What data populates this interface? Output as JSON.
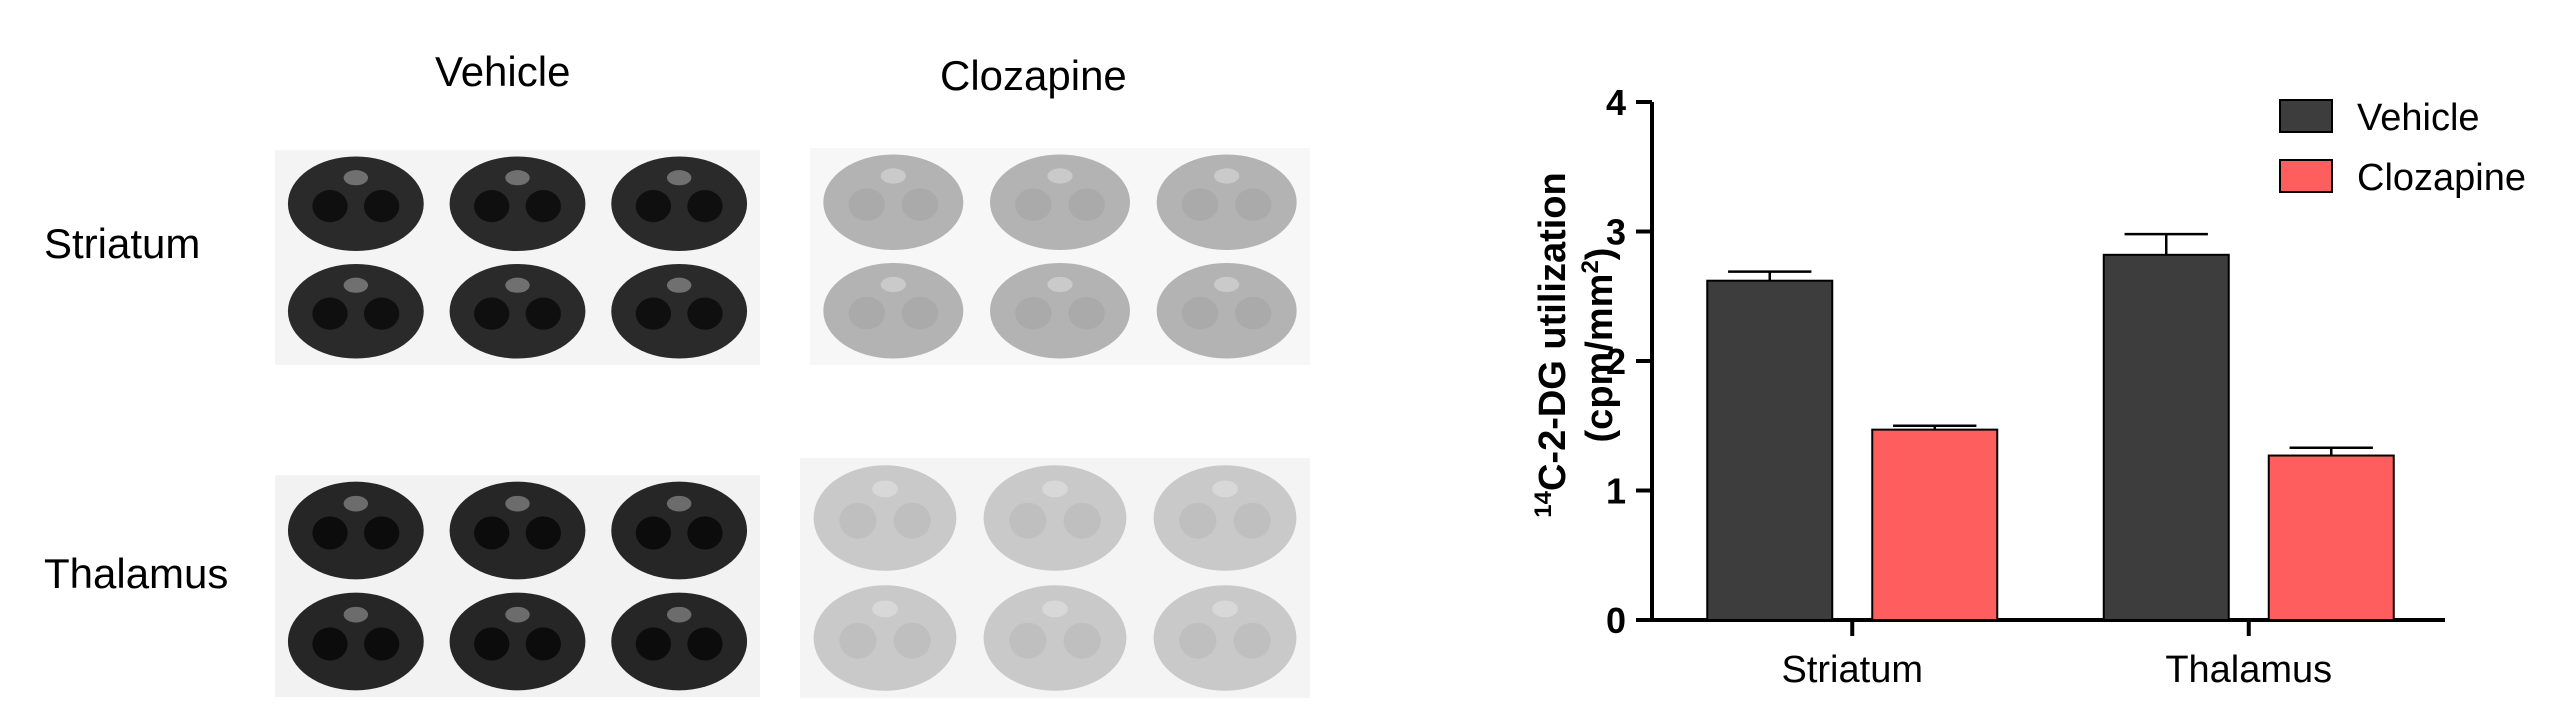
{
  "images": {
    "col_labels": [
      "Vehicle",
      "Clozapine"
    ],
    "row_labels": [
      "Striatum",
      "Thalamus"
    ],
    "panels": [
      {
        "region": "Striatum",
        "treatment": "Vehicle",
        "fill": "#2a2a2a",
        "center": "#0c0c0c",
        "bg": "#f4f4f4"
      },
      {
        "region": "Striatum",
        "treatment": "Clozapine",
        "fill": "#b3b3b3",
        "center": "#a8a8a8",
        "bg": "#f7f7f7"
      },
      {
        "region": "Thalamus",
        "treatment": "Vehicle",
        "fill": "#262626",
        "center": "#0a0a0a",
        "bg": "#f2f2f2"
      },
      {
        "region": "Thalamus",
        "treatment": "Clozapine",
        "fill": "#c9c9c9",
        "center": "#bebebe",
        "bg": "#f4f4f4"
      }
    ]
  },
  "chart_data": {
    "type": "bar",
    "categories": [
      "Striatum",
      "Thalamus"
    ],
    "series": [
      {
        "name": "Vehicle",
        "color": "#3d3d3d",
        "values": [
          2.62,
          2.82
        ],
        "errors": [
          0.07,
          0.16
        ]
      },
      {
        "name": "Clozapine",
        "color": "#ff5e5e",
        "values": [
          1.47,
          1.27
        ],
        "errors": [
          0.03,
          0.06
        ]
      }
    ],
    "ylabel_line1_sup": "14",
    "ylabel_line1": "C-2-DG utilization",
    "ylabel_line2_pre": "(cpm/mm",
    "ylabel_line2_sup": "2",
    "ylabel_line2_post": ")",
    "ylim": [
      0,
      4
    ],
    "yticks": [
      "0",
      "1",
      "2",
      "3",
      "4"
    ],
    "legend_position": "top-right",
    "grid": false
  }
}
